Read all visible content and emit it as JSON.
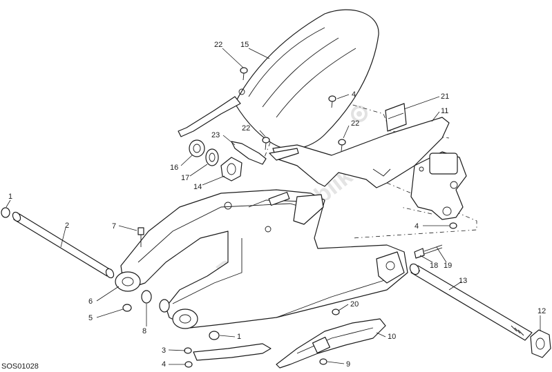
{
  "drawing_code": "SOS01028",
  "watermark": "Parts Republik",
  "callouts": [
    "1",
    "2",
    "3",
    "4",
    "5",
    "6",
    "7",
    "8",
    "9",
    "10",
    "11",
    "12",
    "13",
    "14",
    "15",
    "16",
    "17",
    "18",
    "19",
    "20",
    "21",
    "22",
    "23"
  ]
}
